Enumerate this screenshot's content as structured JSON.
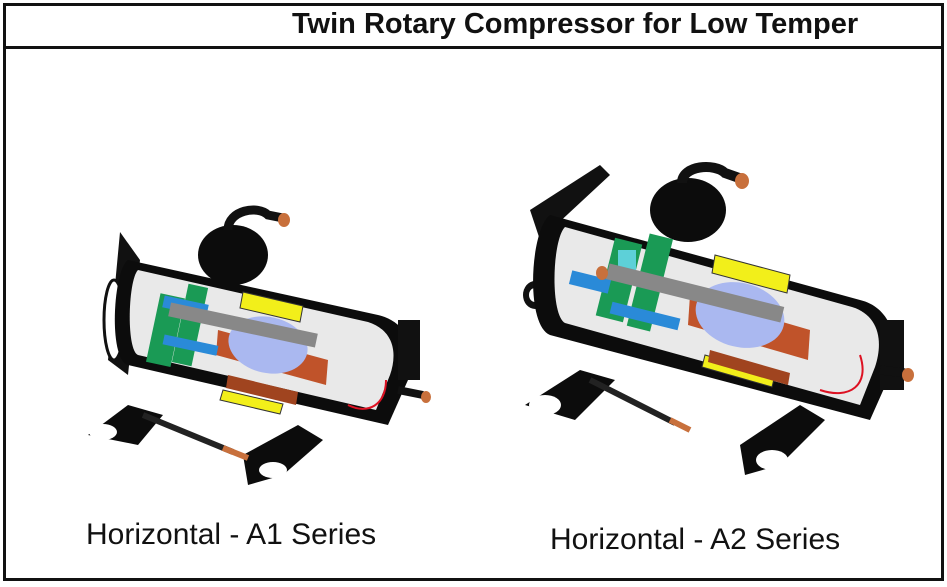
{
  "header": {
    "title": "Twin Rotary Compressor for Low Temper"
  },
  "products": [
    {
      "caption": "Horizontal - A1 Series",
      "illustration": "compressor-cutaway"
    },
    {
      "caption": "Horizontal - A2 Series",
      "illustration": "compressor-cutaway"
    }
  ],
  "colors": {
    "frame": "#111111",
    "shell": "#0c0c0c",
    "coil_blue": "#aab8f0",
    "magnet_yellow": "#f2ef1a",
    "pump_green": "#1a9a55",
    "pump_blue": "#2a8ad8",
    "winding_copper": "#c0532a",
    "pipe_copper": "#c8703c"
  }
}
